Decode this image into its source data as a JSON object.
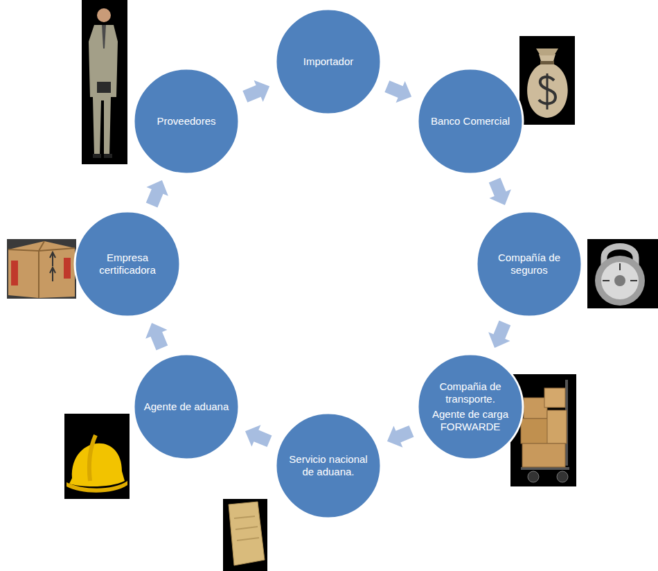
{
  "diagram": {
    "nodes": [
      {
        "text": [
          "Importador"
        ]
      },
      {
        "text": [
          "Banco Comercial"
        ]
      },
      {
        "text": [
          "Compañía de seguros"
        ]
      },
      {
        "text": [
          "Compañia de transporte.",
          "Agente de carga FORWARDE"
        ]
      },
      {
        "text": [
          "Servicio nacional de aduana."
        ]
      },
      {
        "text": [
          "Agente de aduana"
        ]
      },
      {
        "text": [
          "Empresa certificadora"
        ]
      },
      {
        "text": [
          "Proveedores"
        ]
      }
    ],
    "edges": [
      {
        "from": 0,
        "to": 1,
        "arrow": "to"
      },
      {
        "from": 1,
        "to": 2,
        "arrow": "to"
      },
      {
        "from": 2,
        "to": 3,
        "arrow": "to"
      },
      {
        "from": 3,
        "to": 4,
        "arrow": "to"
      },
      {
        "from": 4,
        "to": 5,
        "arrow": "to"
      },
      {
        "from": 5,
        "to": 6,
        "arrow": "to"
      },
      {
        "from": 6,
        "to": 7,
        "arrow": "to"
      },
      {
        "from": 7,
        "to": 0,
        "arrow": "to"
      }
    ]
  }
}
